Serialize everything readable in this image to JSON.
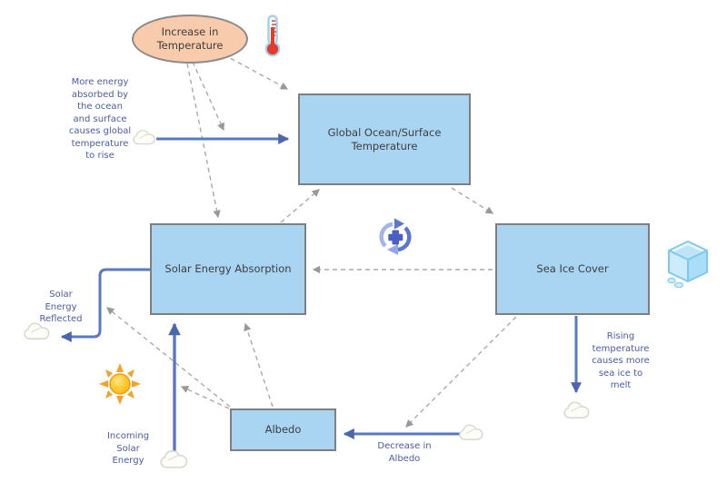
{
  "diagram": {
    "type": "feedback-loop-diagram",
    "nodes": {
      "increase_temperature": {
        "label": "Increase in Temperature",
        "shape": "ellipse",
        "fill": "#F8CBAD"
      },
      "global_ocean": {
        "label": "Global Ocean/Surface Temperature",
        "shape": "rect",
        "fill": "#AAD5F2"
      },
      "solar_absorption": {
        "label": "Solar Energy Absorption",
        "shape": "rect",
        "fill": "#AAD5F2"
      },
      "sea_ice": {
        "label": "Sea Ice Cover",
        "shape": "rect",
        "fill": "#AAD5F2"
      },
      "albedo": {
        "label": "Albedo",
        "shape": "rect",
        "fill": "#AAD5F2"
      }
    },
    "annotations": {
      "more_energy": "More energy absorbed by the ocean and surface causes global temperature to rise",
      "solar_energy_reflected": "Solar Energy Reflected",
      "rising_temperature": "Rising temperature causes more sea ice to melt",
      "decrease_in_albedo": "Decrease in Albedo",
      "incoming_solar_energy": "Incoming Solar Energy"
    },
    "icons": [
      "thermometer-icon",
      "positive-feedback-loop-icon",
      "ice-cube-icon",
      "sun-icon",
      "cloud-icon (x5)"
    ],
    "connectors": [
      {
        "from": "increase_temperature",
        "to": "global_ocean",
        "style": "dashed"
      },
      {
        "from": "increase_temperature",
        "to": "more_energy_flow_arrow",
        "style": "dashed"
      },
      {
        "from": "increase_temperature",
        "to": "solar_absorption",
        "style": "dashed"
      },
      {
        "from": "solar_absorption",
        "to": "global_ocean",
        "style": "dashed"
      },
      {
        "from": "global_ocean",
        "to": "sea_ice",
        "style": "dashed"
      },
      {
        "from": "sea_ice",
        "to": "solar_absorption",
        "style": "dashed"
      },
      {
        "from": "sea_ice",
        "to": "decrease_in_albedo_arrow",
        "style": "dashed"
      },
      {
        "from": "albedo",
        "to": "solar_absorption",
        "style": "dashed"
      },
      {
        "from": "albedo",
        "to": "solar_energy_reflected_arrow",
        "style": "dashed"
      },
      {
        "from": "albedo",
        "to": "incoming_solar_energy_arrow",
        "style": "dashed"
      },
      {
        "from": "cloud",
        "to": "global_ocean",
        "style": "solid",
        "meaning": "more_energy"
      },
      {
        "from": "sea_ice",
        "to": "cloud",
        "style": "solid",
        "meaning": "rising_temperature"
      },
      {
        "from": "cloud",
        "to": "albedo",
        "style": "solid",
        "meaning": "decrease_in_albedo"
      },
      {
        "from": "cloud",
        "to": "solar_absorption",
        "style": "solid",
        "meaning": "incoming_solar_energy"
      },
      {
        "from": "solar_absorption",
        "to": "cloud",
        "style": "solid",
        "meaning": "solar_energy_reflected"
      }
    ],
    "colors": {
      "node_fill": "#AAD5F2",
      "node_border": "#7f7f7f",
      "ellipse_fill": "#F8CBAD",
      "solid_arrow": "#5B79C3",
      "dashed_arrow": "#A9A9A9",
      "annotation_text": "#4A5BA8",
      "node_text": "#3d3d3d"
    }
  }
}
